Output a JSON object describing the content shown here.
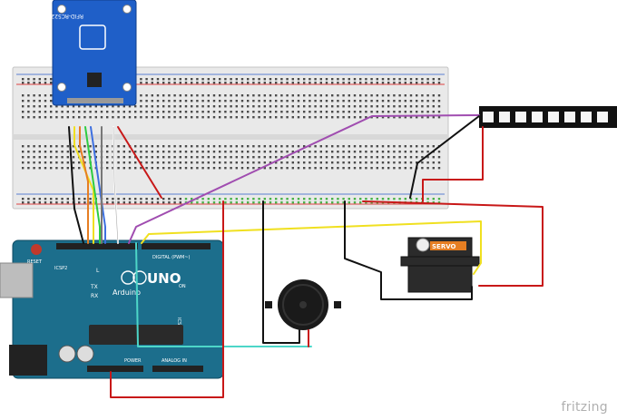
{
  "rfid": {
    "label": "RFID-RC522"
  },
  "arduino": {
    "uno": "UNO",
    "brand": "Arduino",
    "reset": "RESET",
    "icsp2": "ICSP2",
    "icsp": "ICSP",
    "on": "ON",
    "l": "L",
    "tx": "TX",
    "rx": "RX",
    "digital": "DIGITAL (PWM~)",
    "power": "POWER",
    "analog": "ANALOG IN"
  },
  "servo": {
    "label": "SERVO"
  },
  "watermark": "fritzing",
  "colors": {
    "board": "#1c6e8c",
    "rfid": "#1f5fc8",
    "purple": "#a04db0",
    "yellow": "#f0e020",
    "red": "#c81818",
    "black": "#111111",
    "cyan": "#4dd6c8"
  }
}
